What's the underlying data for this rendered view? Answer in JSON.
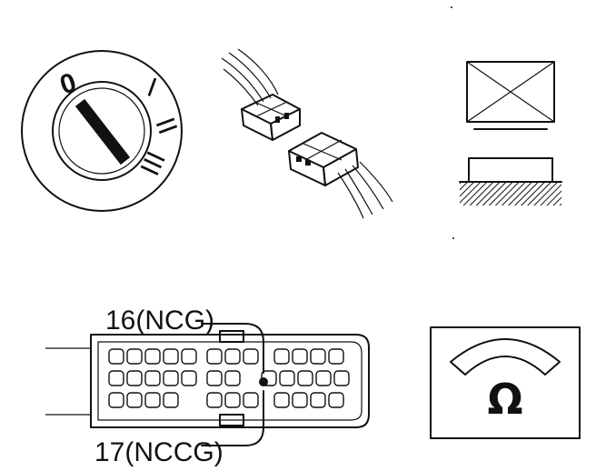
{
  "ignition_switch": {
    "positions": [
      "0",
      "I",
      "II",
      "III"
    ]
  },
  "ecu_connector": {
    "pin_label_top": "16(NCG)",
    "pin_label_bottom": "17(NCCG)"
  },
  "ohmmeter": {
    "symbol": "Ω"
  },
  "colors": {
    "ink": "#111111",
    "background": "#ffffff"
  }
}
